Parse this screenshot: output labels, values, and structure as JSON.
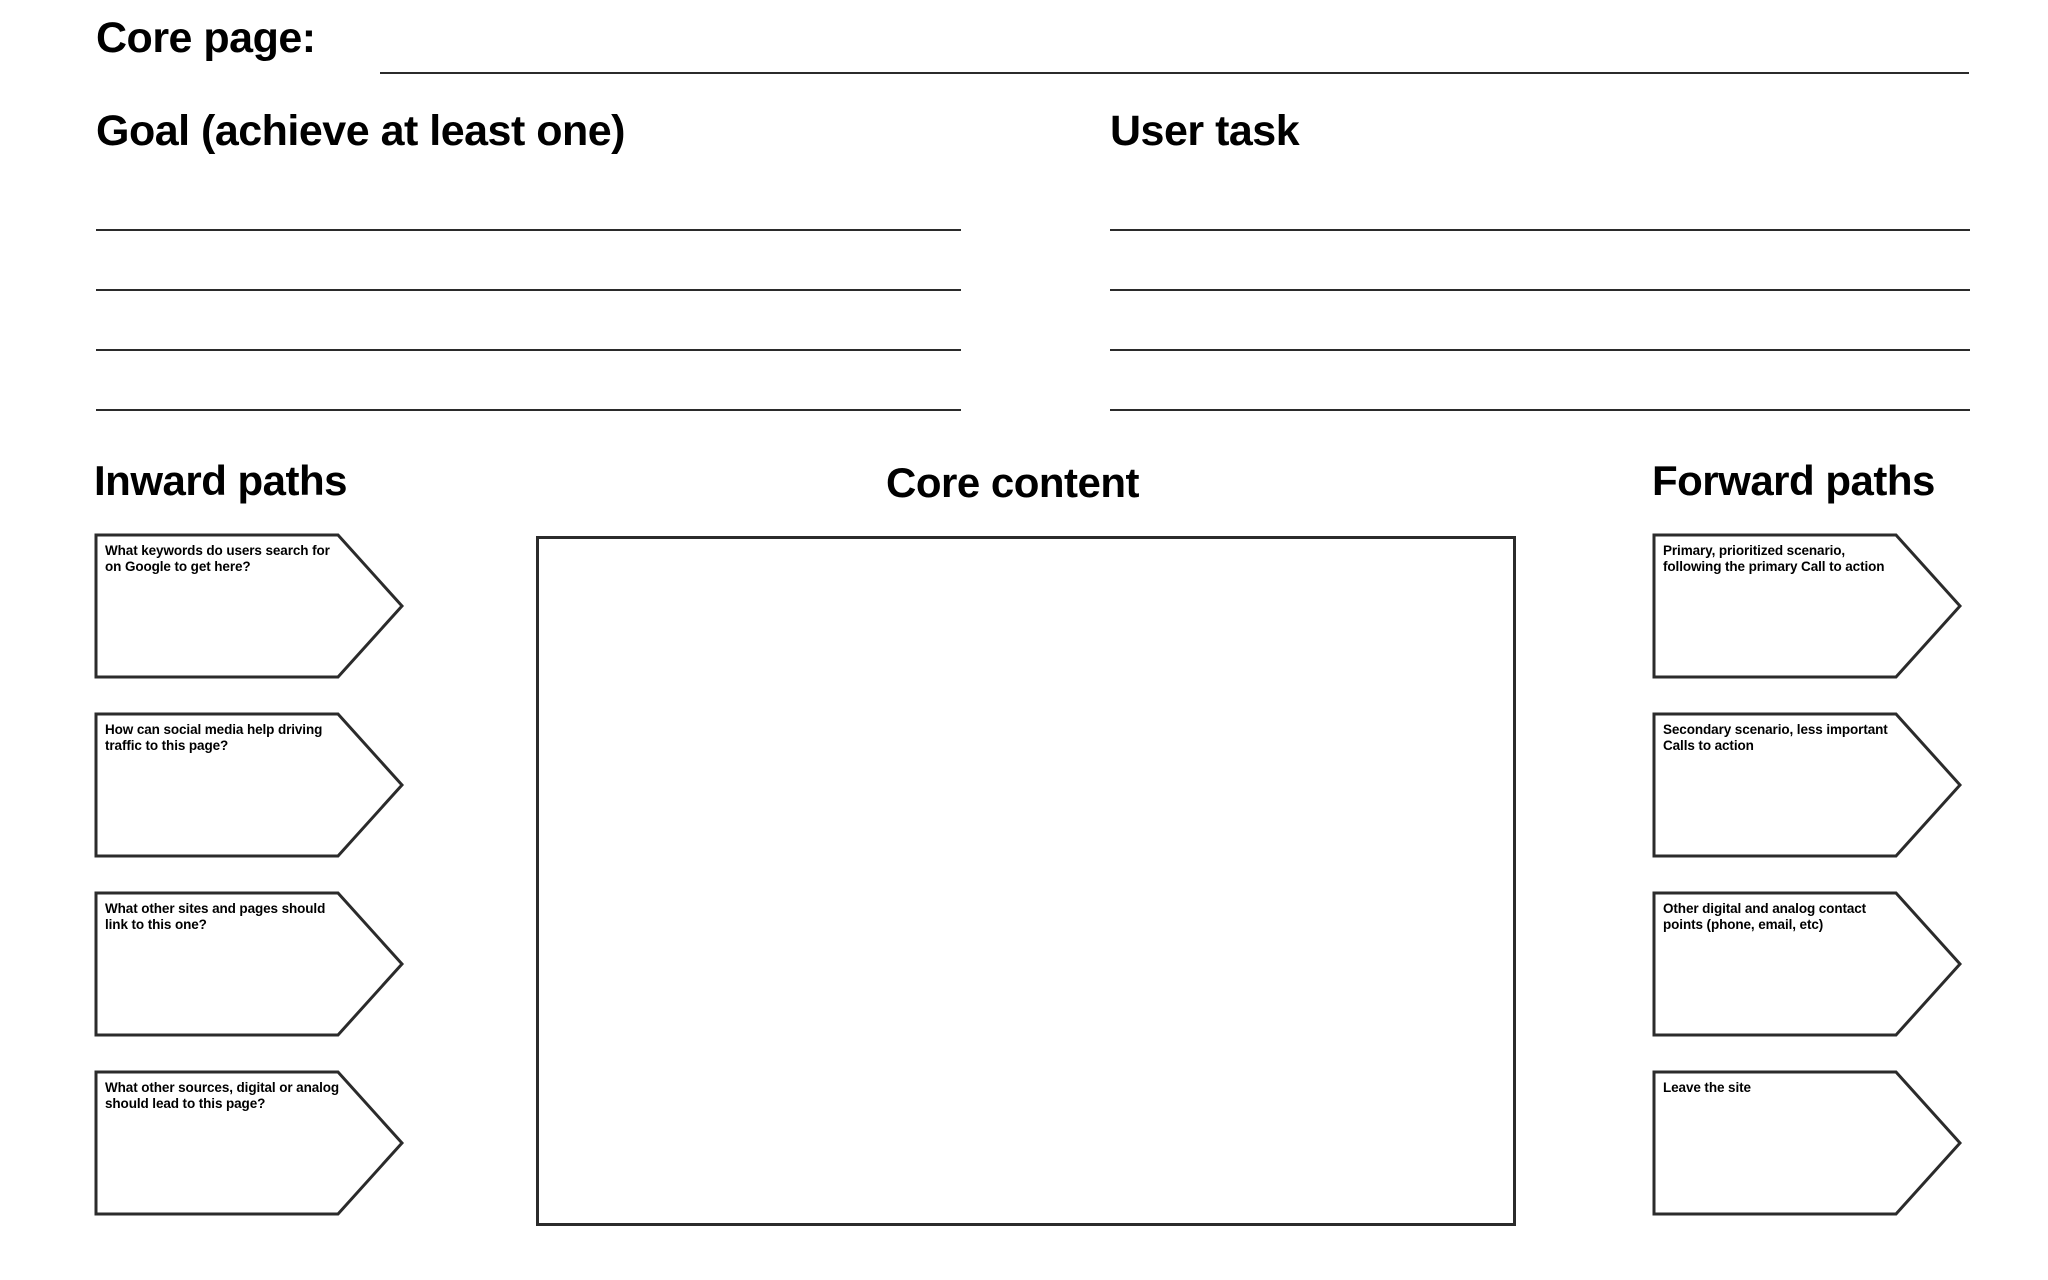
{
  "header": {
    "core_page_label": "Core page:",
    "core_page_value": ""
  },
  "goal": {
    "heading": "Goal (achieve at least one)",
    "lines": [
      "",
      "",
      "",
      ""
    ]
  },
  "user_task": {
    "heading": "User task",
    "lines": [
      "",
      "",
      "",
      ""
    ]
  },
  "inward_paths": {
    "heading": "Inward paths",
    "cards": [
      {
        "label": "What keywords do users search for on Google to get here?",
        "value": ""
      },
      {
        "label": "How can social media help driving traffic to this page?",
        "value": ""
      },
      {
        "label": "What other sites and pages should link to this one?",
        "value": ""
      },
      {
        "label": "What other sources, digital or analog should lead to this page?",
        "value": ""
      }
    ]
  },
  "core_content": {
    "heading": "Core content",
    "value": ""
  },
  "forward_paths": {
    "heading": "Forward paths",
    "cards": [
      {
        "label": "Primary, prioritized scenario, following the primary Call to action",
        "value": ""
      },
      {
        "label": "Secondary scenario, less important Calls to action",
        "value": ""
      },
      {
        "label": "Other digital and analog contact points (phone, email, etc)",
        "value": ""
      },
      {
        "label": "Leave the site",
        "value": ""
      }
    ]
  },
  "colors": {
    "ink": "#2b2b2b",
    "text": "#000000",
    "paper": "#ffffff"
  }
}
